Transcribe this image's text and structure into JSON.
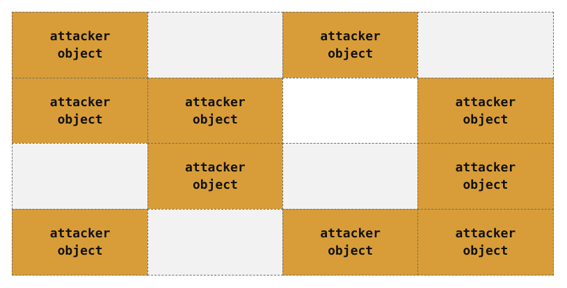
{
  "grid": {
    "columns": 4,
    "rows": 4,
    "colors": {
      "attacker": "#d89d38",
      "empty": "#f2f2f2",
      "white": "#ffffff",
      "border": "#6b6b6b"
    },
    "cells": [
      {
        "type": "attacker",
        "label": "attacker\nobject"
      },
      {
        "type": "empty",
        "label": ""
      },
      {
        "type": "attacker",
        "label": "attacker\nobject"
      },
      {
        "type": "empty",
        "label": ""
      },
      {
        "type": "attacker",
        "label": "attacker\nobject"
      },
      {
        "type": "attacker",
        "label": "attacker\nobject"
      },
      {
        "type": "white",
        "label": ""
      },
      {
        "type": "attacker",
        "label": "attacker\nobject"
      },
      {
        "type": "empty",
        "label": ""
      },
      {
        "type": "attacker",
        "label": "attacker\nobject"
      },
      {
        "type": "empty",
        "label": ""
      },
      {
        "type": "attacker",
        "label": "attacker\nobject"
      },
      {
        "type": "attacker",
        "label": "attacker\nobject"
      },
      {
        "type": "empty",
        "label": ""
      },
      {
        "type": "attacker",
        "label": "attacker\nobject"
      },
      {
        "type": "attacker",
        "label": "attacker\nobject"
      }
    ]
  }
}
